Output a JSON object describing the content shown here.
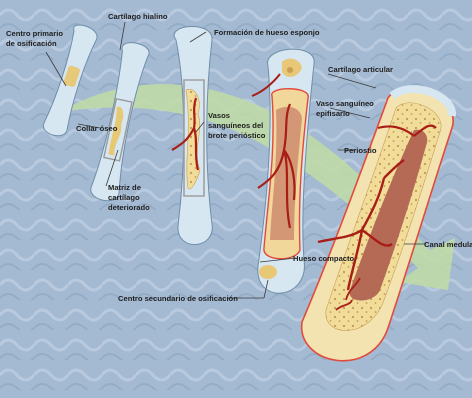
{
  "labels": {
    "centro_primario_1": "Centro primario",
    "centro_primario_2": "de osificación",
    "cartilago_hialino": "Cartílago hialino",
    "formacion_hueso_esponjoso": "Formación de hueso esponjo",
    "collar_oseo": "Collar óseo",
    "matriz_1": "Matriz de",
    "matriz_2": "cartílago",
    "matriz_3": "deteriorado",
    "vasos_1": "Vasos",
    "vasos_2": "sanguíneos del",
    "vasos_3": "brote perióstico",
    "cartilago_articular": "Cartílago articular",
    "vaso_epifisario_1": "Vaso sanguíneo",
    "vaso_epifisario_2": "epifisario",
    "periostio": "Periostio",
    "canal_medular": "Canal medula",
    "hueso_compacto": "Hueso compacto",
    "centro_secundario": "Centro secundario de osificación"
  },
  "colors": {
    "background": "#9fb6cf",
    "cartilage": "#d6e7f2",
    "cartilage_outline": "#6e8ea8",
    "spongy_bone": "#f0dc9c",
    "spongy_bone_dark": "#c99f56",
    "compact_bone": "#f3e4b4",
    "periosteum": "#e24a3c",
    "blood_vessel": "#a81d16",
    "marrow": "#b56a55",
    "arrow": "#bddba2"
  }
}
